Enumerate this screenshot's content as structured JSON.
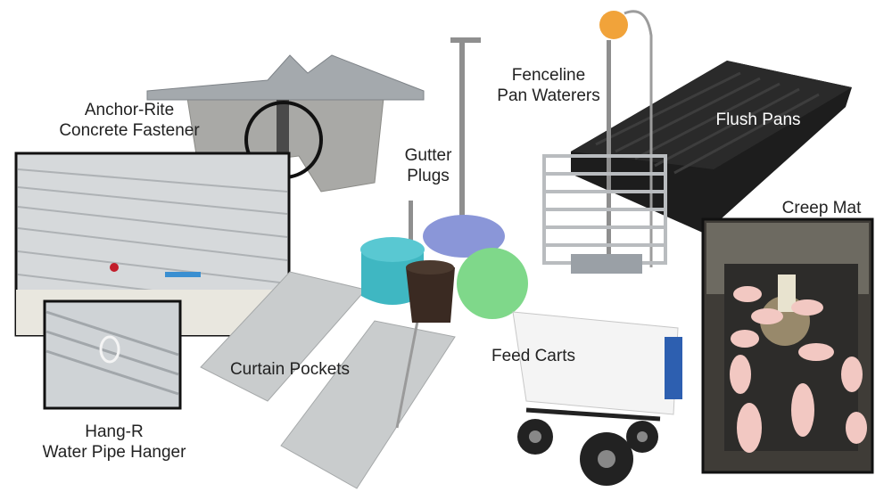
{
  "labels": {
    "anchor_rite": [
      "Anchor-Rite",
      "Concrete Fastener"
    ],
    "hang_r": [
      "Hang-R",
      "Water Pipe Hanger"
    ],
    "gutter_plugs": [
      "Gutter",
      "Plugs"
    ],
    "fenceline": [
      "Fenceline",
      "Pan Waterers"
    ],
    "flush_pans": "Flush Pans",
    "creep_mat": "Creep Mat",
    "curtain_pockets": "Curtain Pockets",
    "feed_carts": "Feed Carts"
  },
  "colors": {
    "background": "#ffffff",
    "metal": "#9aa0a6",
    "concrete": "#a9a9a6",
    "gutter_plug_teal": "#3fb7c2",
    "gutter_plug_blue": "#8a96d8",
    "gutter_plug_green": "#7fd88a",
    "gutter_plug_brown": "#3a2a22",
    "flush_pan": "#1b1b1b",
    "feed_cart": "#f4f4f4",
    "feed_cart_label": "#2d5fb0"
  }
}
